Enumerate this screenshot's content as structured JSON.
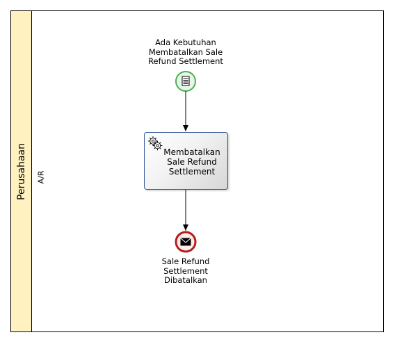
{
  "pool": {
    "label": "Perusahaan"
  },
  "lane": {
    "label": "A/R"
  },
  "start_event": {
    "label_lines": [
      "Ada Kebutuhan",
      "Membatalkan Sale",
      "Refund Settlement"
    ],
    "type": "message start",
    "icon": "document-icon",
    "color": "#4caf50"
  },
  "task": {
    "label_lines": [
      "Membatalkan",
      "Sale Refund",
      "Settlement"
    ],
    "type": "service task",
    "icon": "gear-icon",
    "border_color": "#2f5597"
  },
  "end_event": {
    "label_lines": [
      "Sale Refund",
      "Settlement",
      "Dibatalkan"
    ],
    "type": "message end",
    "icon": "envelope-icon",
    "color": "#b71c1c"
  }
}
